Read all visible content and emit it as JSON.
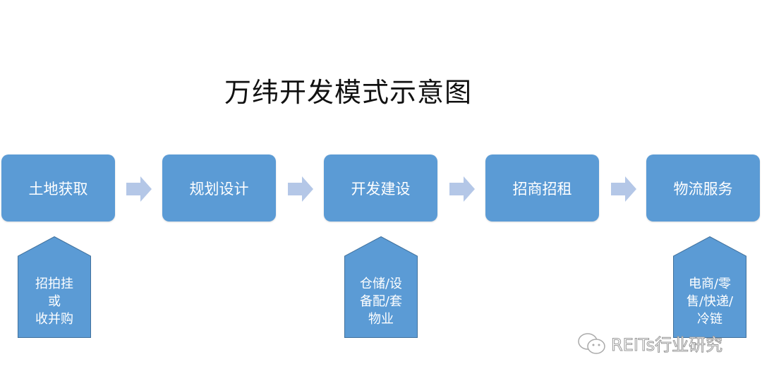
{
  "title": "万纬开发模式示意图",
  "steps": [
    {
      "label": "土地获取"
    },
    {
      "label": "规划设计"
    },
    {
      "label": "开发建设"
    },
    {
      "label": "招商招租"
    },
    {
      "label": "物流服务"
    }
  ],
  "callouts": [
    {
      "lines": [
        "招拍挂",
        "或",
        "收并购"
      ]
    },
    {
      "lines": [
        "仓储/设",
        "备配/套",
        "物业"
      ]
    },
    {
      "lines": [
        "电商/零",
        "售/快递/",
        "冷链"
      ]
    }
  ],
  "watermark": "REITs行业研究",
  "colors": {
    "box": "#5b9bd5",
    "arrow": "#b4c7e7",
    "callout_border": "#41719c"
  }
}
